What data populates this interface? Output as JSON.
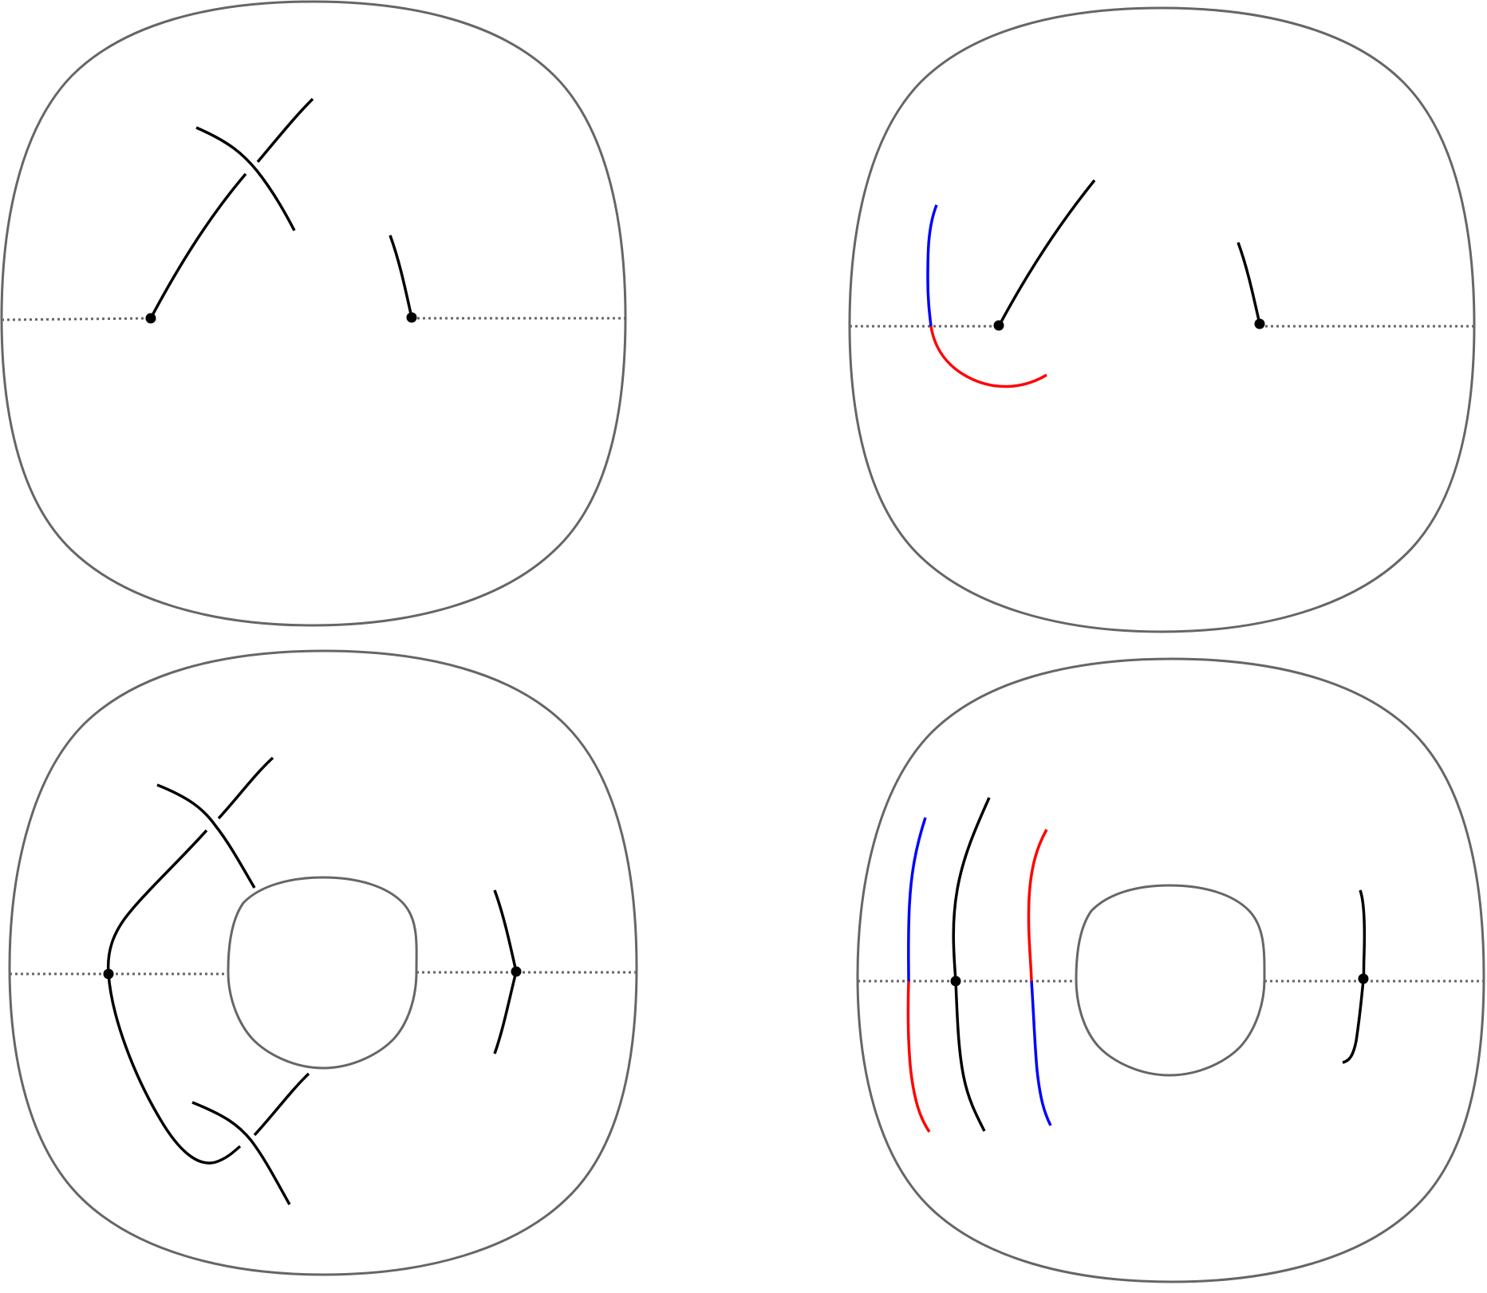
{
  "colors": {
    "boundary": "#666666",
    "strand": "#000000",
    "red": "#ff0000",
    "blue": "#0000ff",
    "background": "#ffffff"
  },
  "panels": [
    {
      "id": "top-left",
      "has_hole": false,
      "strands": 3,
      "marked_points": 2
    },
    {
      "id": "top-right",
      "has_hole": false,
      "strands": 4,
      "marked_points": 2
    },
    {
      "id": "bottom-left",
      "has_hole": true,
      "strands": 6,
      "marked_points": 2
    },
    {
      "id": "bottom-right",
      "has_hole": true,
      "strands": 7,
      "marked_points": 2
    }
  ]
}
